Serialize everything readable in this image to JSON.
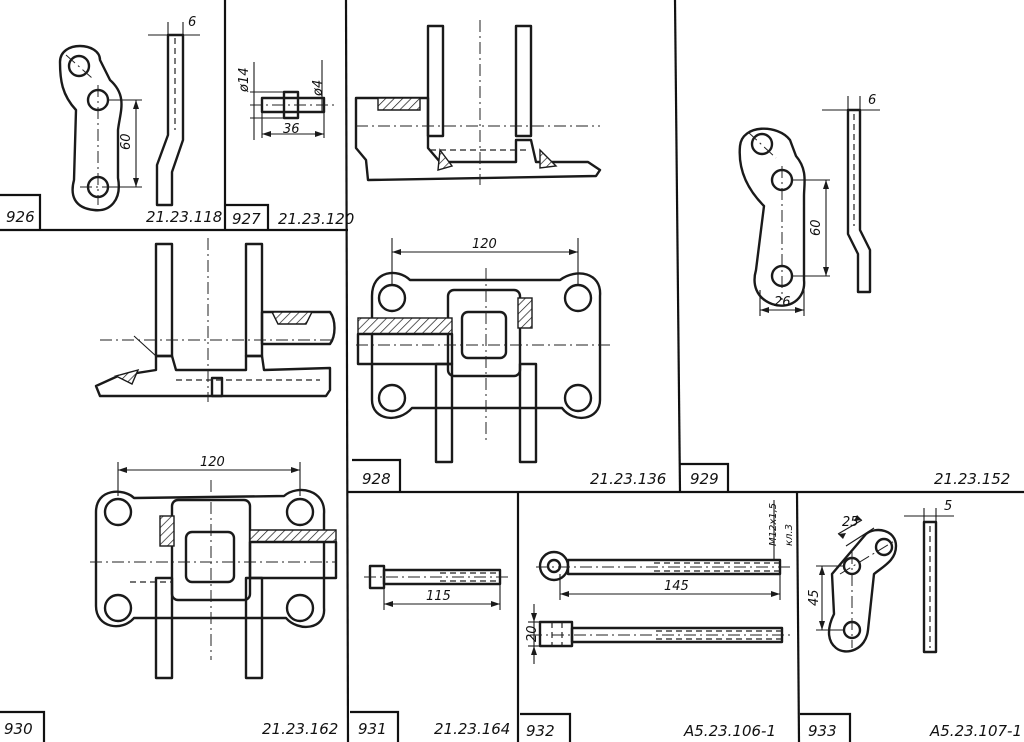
{
  "panels": [
    {
      "number": "926",
      "code": "21.23.118",
      "dims": [
        "6",
        "60"
      ]
    },
    {
      "number": "927",
      "code": "21.23.120",
      "dims": [
        "ø14",
        "36",
        "ø4"
      ]
    },
    {
      "number": "928",
      "code": "21.23.136",
      "dims": [
        "120"
      ]
    },
    {
      "number": "929",
      "code": "21.23.152",
      "dims": [
        "6",
        "60",
        "26"
      ]
    },
    {
      "number": "930",
      "code": "21.23.162",
      "dims": [
        "120"
      ]
    },
    {
      "number": "931",
      "code": "21.23.164",
      "dims": [
        "115"
      ]
    },
    {
      "number": "932",
      "code": "А5.23.106-1",
      "dims": [
        "145",
        "20",
        "M12x1,5",
        "кл.3"
      ]
    },
    {
      "number": "933",
      "code": "А5.23.107-1",
      "dims": [
        "25",
        "5",
        "45"
      ]
    }
  ]
}
